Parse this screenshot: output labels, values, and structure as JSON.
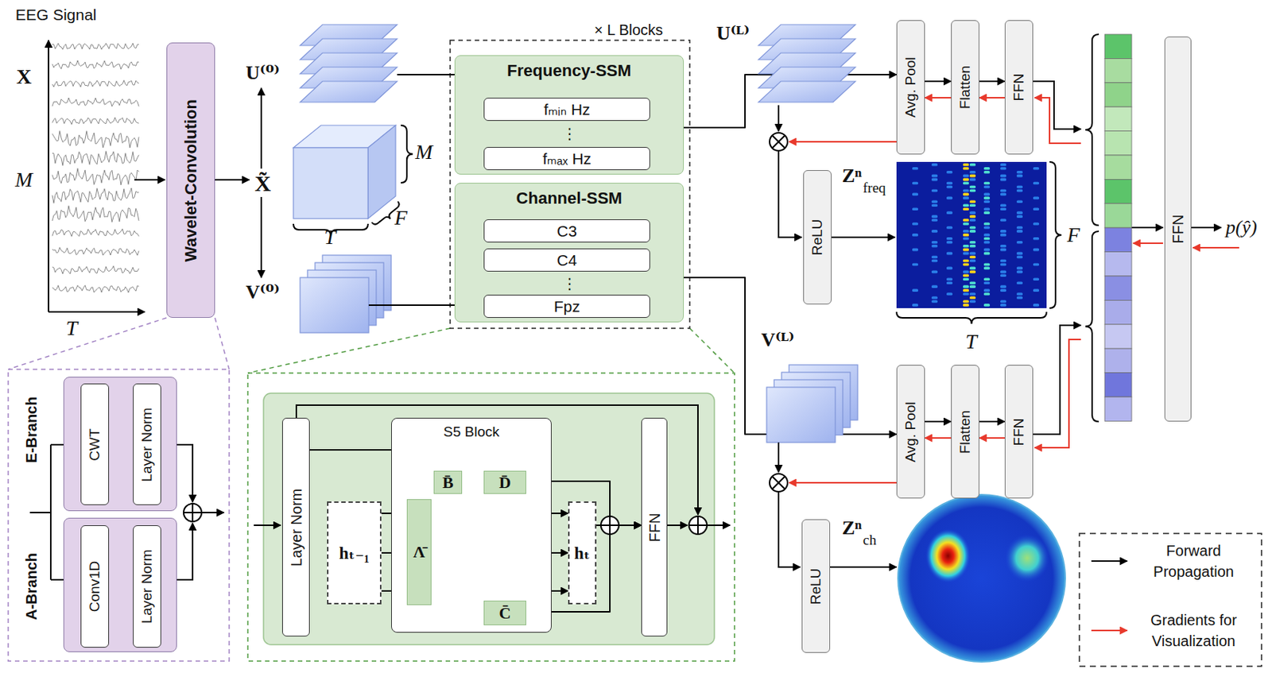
{
  "diagram": {
    "nodes": [
      {
        "text": [
          "Wavelet-Convolution"
        ]
      },
      {
        "text": [
          "Frequency-SSM"
        ]
      },
      {
        "text": [
          "fₘᵢₙ Hz"
        ],
        "in": 1
      },
      {
        "text": [
          "fₘₐₓ Hz"
        ],
        "in": 1
      },
      {
        "text": [
          "Channel-SSM"
        ]
      },
      {
        "text": [
          "C3"
        ],
        "in": 4
      },
      {
        "text": [
          "C4"
        ],
        "in": 4
      },
      {
        "text": [
          "Fpz"
        ],
        "in": 4
      },
      {
        "text": [
          "Avg. Pool"
        ]
      },
      {
        "text": [
          "Flatten"
        ]
      },
      {
        "text": [
          "FFN"
        ]
      },
      {
        "text": [
          "ReLU"
        ]
      },
      {
        "text": [
          "Avg. Pool"
        ]
      },
      {
        "text": [
          "Flatten"
        ]
      },
      {
        "text": [
          "FFN"
        ]
      },
      {
        "text": [
          "ReLU"
        ]
      },
      {
        "text": [
          "FFN"
        ]
      },
      {
        "text": [
          "E-Branch"
        ]
      },
      {
        "text": [
          "CWT"
        ],
        "in": 17
      },
      {
        "text": [
          "Layer Norm"
        ],
        "in": 17
      },
      {
        "text": [
          "A-Branch"
        ]
      },
      {
        "text": [
          "Conv1D"
        ],
        "in": 20
      },
      {
        "text": [
          "Layer Norm"
        ],
        "in": 20
      },
      {
        "text": [
          "Layer Norm"
        ]
      },
      {
        "text": [
          "hₜ₋₁"
        ]
      },
      {
        "text": [
          "S5 Block"
        ]
      },
      {
        "text": [
          "B̄"
        ],
        "in": 25
      },
      {
        "text": [
          "D̄"
        ],
        "in": 25
      },
      {
        "text": [
          "Λ̄"
        ],
        "in": 25
      },
      {
        "text": [
          "C̄"
        ],
        "in": 25
      },
      {
        "text": [
          "hₜ"
        ]
      },
      {
        "text": [
          "FFN"
        ]
      }
    ],
    "edges": [
      {
        "from": 1,
        "to": 8,
        "arrow": "to"
      },
      {
        "from": 8,
        "to": 9,
        "arrow": "to"
      },
      {
        "from": 9,
        "to": 10,
        "arrow": "to"
      },
      {
        "from": 9,
        "to": 8,
        "arrow": "to"
      },
      {
        "from": 10,
        "to": 9,
        "arrow": "to"
      },
      {
        "from": 4,
        "to": 12,
        "arrow": "to"
      },
      {
        "from": 12,
        "to": 13,
        "arrow": "to"
      },
      {
        "from": 13,
        "to": 14,
        "arrow": "to"
      },
      {
        "from": 13,
        "to": 12,
        "arrow": "to"
      },
      {
        "from": 14,
        "to": 13,
        "arrow": "to"
      },
      {
        "from": 18,
        "to": 19,
        "arrow": "to"
      },
      {
        "from": 21,
        "to": 22,
        "arrow": "to"
      },
      {
        "from": 23,
        "to": 26,
        "arrow": "to"
      },
      {
        "from": 23,
        "to": 27,
        "arrow": "to"
      },
      {
        "from": 24,
        "to": 28,
        "arrow": "to"
      },
      {
        "from": 24,
        "to": 28,
        "arrow": "to"
      },
      {
        "from": 24,
        "to": 28,
        "arrow": "to"
      },
      {
        "from": 28,
        "to": 30,
        "arrow": "to"
      },
      {
        "from": 28,
        "to": 30,
        "arrow": "to"
      },
      {
        "from": 28,
        "to": 30,
        "arrow": "to"
      },
      {
        "from": 26,
        "to": 29,
        "arrow": "to"
      },
      {
        "from": 26,
        "to": 29,
        "arrow": "to"
      },
      {
        "from": 26,
        "to": 29,
        "arrow": "to"
      },
      {
        "from": 27,
        "to": 31,
        "arrow": "to"
      },
      {
        "from": 29,
        "to": 31,
        "arrow": "to"
      },
      {
        "from": 30,
        "to": 31,
        "arrow": "to"
      }
    ],
    "labels": [
      "EEG Signal",
      "X",
      "M",
      "T",
      "X̃",
      "U⁽⁰⁾",
      "V⁽⁰⁾",
      "M",
      "T",
      "F",
      "× L Blocks",
      "⋮",
      "⋮",
      "U⁽ᴸ⁾",
      "V⁽ᴸ⁾",
      "Zⁿ",
      "freq",
      "F",
      "T",
      "p(ŷ)",
      "Zⁿ",
      "ch"
    ],
    "legend": [
      {
        "text": "Forward Propagation"
      },
      {
        "text": "Gradients for Visualization"
      }
    ]
  }
}
